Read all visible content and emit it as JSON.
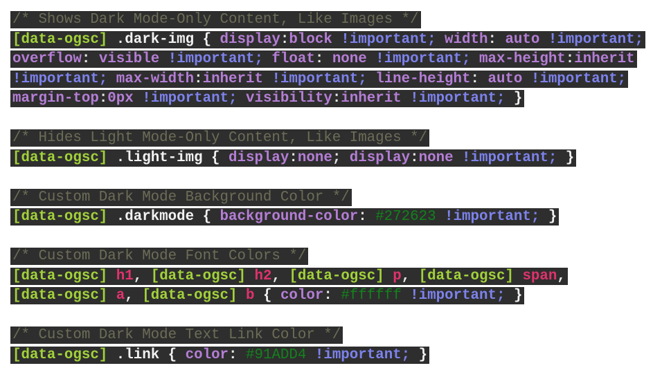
{
  "colors": {
    "background": "#2e2e2e",
    "comment": "#6d6d58",
    "attribute": "#a2d23a",
    "property": "#b57ed6",
    "important": "#7d82ec",
    "hex": "#13821c",
    "tag": "#e0326c"
  },
  "lines": [
    [
      [
        "comment",
        "/* Shows Dark Mode-Only Content, Like Images */"
      ]
    ],
    [
      [
        "attr",
        "[data-ogsc]"
      ],
      [
        "cls",
        " .dark-img { "
      ],
      [
        "prop",
        "display"
      ],
      [
        "punc",
        ":"
      ],
      [
        "val",
        "block"
      ],
      [
        "imp",
        " !important;"
      ],
      [
        "prop",
        " width"
      ],
      [
        "punc",
        ": "
      ],
      [
        "val",
        "auto"
      ],
      [
        "imp",
        " !important;"
      ]
    ],
    [
      [
        "prop",
        "overflow"
      ],
      [
        "punc",
        ": "
      ],
      [
        "val",
        "visible"
      ],
      [
        "imp",
        " !important;"
      ],
      [
        "prop",
        " float"
      ],
      [
        "punc",
        ": "
      ],
      [
        "val",
        "none"
      ],
      [
        "imp",
        " !important;"
      ],
      [
        "prop",
        " max-height"
      ],
      [
        "punc",
        ":"
      ],
      [
        "val",
        "inherit"
      ]
    ],
    [
      [
        "imp",
        "!important;"
      ],
      [
        "prop",
        " max-width"
      ],
      [
        "punc",
        ":"
      ],
      [
        "val",
        "inherit"
      ],
      [
        "imp",
        " !important;"
      ],
      [
        "prop",
        " line-height"
      ],
      [
        "punc",
        ": "
      ],
      [
        "val",
        "auto"
      ],
      [
        "imp",
        " !important;"
      ]
    ],
    [
      [
        "prop",
        "margin-top"
      ],
      [
        "punc",
        ":"
      ],
      [
        "val",
        "0px"
      ],
      [
        "imp",
        " !important;"
      ],
      [
        "prop",
        " visibility"
      ],
      [
        "punc",
        ":"
      ],
      [
        "val",
        "inherit"
      ],
      [
        "imp",
        " !important;"
      ],
      [
        "cls",
        " }"
      ]
    ],
    [],
    [
      [
        "comment",
        "/* Hides Light Mode-Only Content, Like Images */"
      ]
    ],
    [
      [
        "attr",
        "[data-ogsc]"
      ],
      [
        "cls",
        " .light-img { "
      ],
      [
        "prop",
        "display"
      ],
      [
        "punc",
        ":"
      ],
      [
        "val",
        "none"
      ],
      [
        "punc",
        "; "
      ],
      [
        "prop",
        "display"
      ],
      [
        "punc",
        ":"
      ],
      [
        "val",
        "none"
      ],
      [
        "imp",
        " !important;"
      ],
      [
        "cls",
        " }"
      ]
    ],
    [],
    [
      [
        "comment",
        "/* Custom Dark Mode Background Color */"
      ]
    ],
    [
      [
        "attr",
        "[data-ogsc]"
      ],
      [
        "cls",
        " .darkmode { "
      ],
      [
        "prop",
        "background-color"
      ],
      [
        "punc",
        ": "
      ],
      [
        "hex",
        "#272623"
      ],
      [
        "imp",
        " !important;"
      ],
      [
        "cls",
        " }"
      ]
    ],
    [],
    [
      [
        "comment",
        "/* Custom Dark Mode Font Colors */"
      ]
    ],
    [
      [
        "attr",
        "[data-ogsc]"
      ],
      [
        "tag",
        " h1"
      ],
      [
        "punc",
        ", "
      ],
      [
        "attr",
        "[data-ogsc]"
      ],
      [
        "tag",
        " h2"
      ],
      [
        "punc",
        ", "
      ],
      [
        "attr",
        "[data-ogsc]"
      ],
      [
        "tag",
        " p"
      ],
      [
        "punc",
        ", "
      ],
      [
        "attr",
        "[data-ogsc]"
      ],
      [
        "tag",
        " span"
      ],
      [
        "punc",
        ","
      ]
    ],
    [
      [
        "attr",
        "[data-ogsc]"
      ],
      [
        "tag",
        " a"
      ],
      [
        "punc",
        ", "
      ],
      [
        "attr",
        "[data-ogsc]"
      ],
      [
        "tag",
        " b"
      ],
      [
        "cls",
        " { "
      ],
      [
        "prop",
        "color"
      ],
      [
        "punc",
        ": "
      ],
      [
        "hex",
        "#ffffff"
      ],
      [
        "imp",
        " !important;"
      ],
      [
        "cls",
        " }"
      ]
    ],
    [],
    [
      [
        "comment",
        "/* Custom Dark Mode Text Link Color */"
      ]
    ],
    [
      [
        "attr",
        "[data-ogsc]"
      ],
      [
        "cls",
        " .link { "
      ],
      [
        "prop",
        "color"
      ],
      [
        "punc",
        ": "
      ],
      [
        "hex",
        "#91ADD4"
      ],
      [
        "imp",
        " !important;"
      ],
      [
        "cls",
        " }"
      ]
    ]
  ]
}
